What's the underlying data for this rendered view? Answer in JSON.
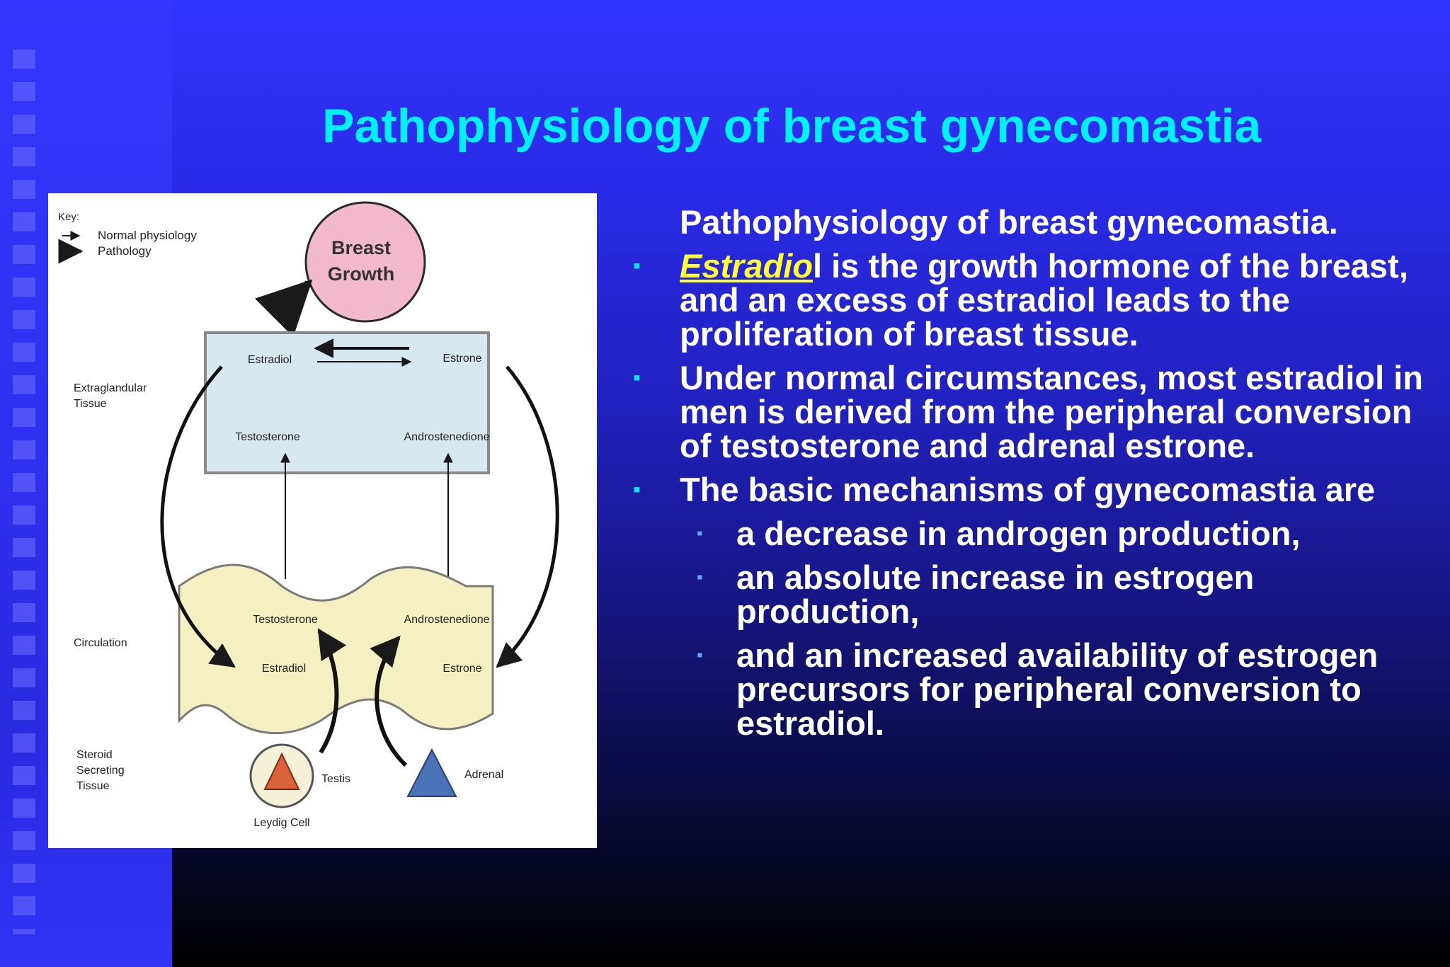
{
  "slide": {
    "title": "Pathophysiology of breast gynecomastia",
    "intro": "Pathophysiology of breast gynecomastia.",
    "bullets": [
      {
        "highlight": "Estradio",
        "text": "l is the growth hormone of the breast, and an excess of estradiol leads to the proliferation of breast tissue."
      },
      {
        "text": "Under normal circumstances, most estradiol in men is derived from the peripheral conversion of testosterone and adrenal estrone."
      },
      {
        "text": "The basic mechanisms of gynecomastia are"
      }
    ],
    "sub_bullets": [
      {
        "text": "a decrease in androgen production,"
      },
      {
        "text": "an absolute increase in estrogen production,"
      },
      {
        "text": "and an increased availability of estrogen precursors for peripheral conversion to estradiol."
      }
    ],
    "bullet_glyph": "▪"
  },
  "figure": {
    "key_title": "Key:",
    "key_normal": "Normal physiology",
    "key_pathology": "Pathology",
    "breast_growth_line1": "Breast",
    "breast_growth_line2": "Growth",
    "label_extraglandular_1": "Extraglandular",
    "label_extraglandular_2": "Tissue",
    "label_circulation": "Circulation",
    "label_steroid_1": "Steroid",
    "label_steroid_2": "Secreting",
    "label_steroid_3": "Tissue",
    "tissue_estradiol": "Estradiol",
    "tissue_estrone": "Estrone",
    "tissue_testosterone": "Testosterone",
    "tissue_androstenedione": "Androstenedione",
    "circ_testosterone": "Testosterone",
    "circ_androstenedione": "Androstenedione",
    "circ_estradiol": "Estradiol",
    "circ_estrone": "Estrone",
    "testis": "Testis",
    "adrenal": "Adrenal",
    "leydig_cell": "Leydig Cell"
  },
  "colors": {
    "title": "#00f0ff",
    "highlight": "#ffff33",
    "bullet": "#00e8ff",
    "sub_bullet": "#5aa8ff",
    "breast_circle": "#f2b8cc",
    "tissue_box": "#d6e8f2",
    "circulation": "#f5f0c2",
    "testis_triangle": "#d9623a",
    "adrenal_triangle": "#4a73b8"
  }
}
